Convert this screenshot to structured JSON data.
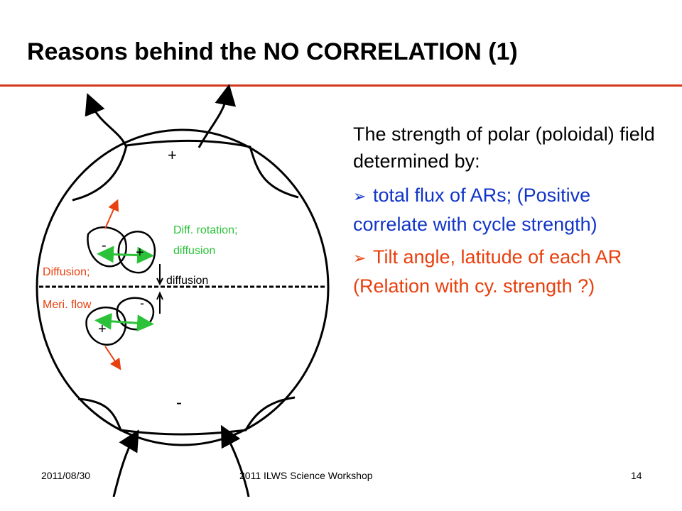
{
  "slide": {
    "title": "Reasons behind the NO CORRELATION (1)"
  },
  "diagram": {
    "north_pole_sign": "+",
    "south_pole_sign": "-",
    "ar_north_left_sign": "-",
    "ar_north_right_sign": "+",
    "ar_south_left_sign": "+",
    "ar_south_right_sign": "-",
    "label_diff_rotation": "Diff. rotation;",
    "label_diffusion_green": "diffusion",
    "label_diffusion_red": "Diffusion;",
    "label_meri_flow": "Meri. flow",
    "label_diffusion_equator": "diffusion"
  },
  "content": {
    "intro": "The strength of polar (poloidal) field determined by:",
    "bullets": [
      {
        "text": "total flux of ARs; (Positive correlate with cycle strength)",
        "color": "#1034c8"
      },
      {
        "text": "Tilt angle, latitude of each AR (Relation with cy. strength ?)",
        "color": "#e8400e"
      }
    ],
    "bullet_icon": "arrow-bullet-icon"
  },
  "footer": {
    "date": "2011/08/30",
    "event": "2011 ILWS Science Workshop",
    "page": "14"
  },
  "colors": {
    "accent_rule": "#d2381c",
    "green": "#2bc23a",
    "red": "#e8400e",
    "blue": "#1034c8"
  }
}
